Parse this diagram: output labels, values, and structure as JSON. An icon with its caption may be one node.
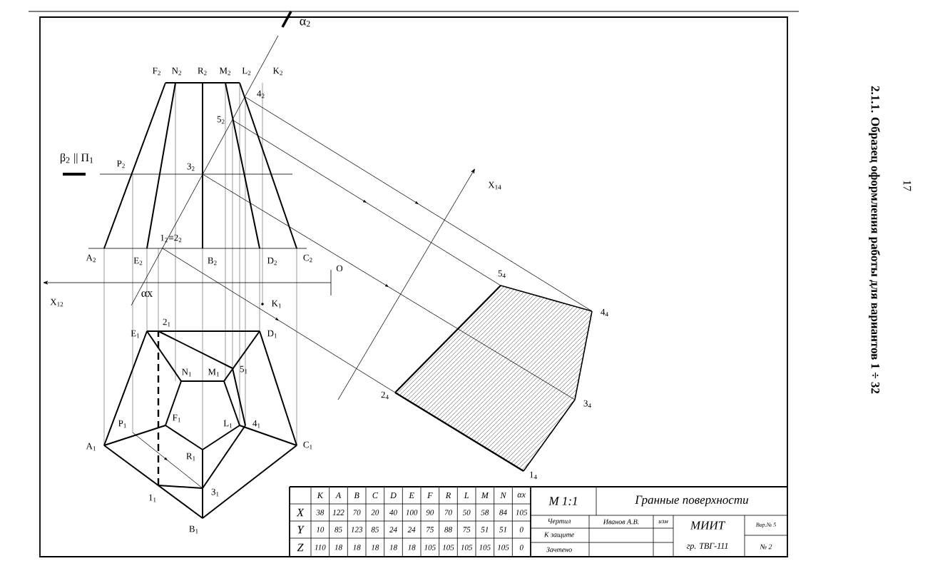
{
  "diagram": {
    "title": "2.1.1. Образец оформления работы для вариантов 1 ÷ 32",
    "labels": [
      "α$_{2}$",
      "F$_{2}$",
      "N$_{2}$",
      "R$_{2}$",
      "M$_{2}$",
      "L$_{2}$",
      "K$_{2}$",
      "4$_{2}$",
      "5$_{2}$",
      "β$_{2}$ || Π$_{1}$",
      "P$_{2}$",
      "3$_{2}$",
      "1$_{2}$≡2$_{2}$",
      "A$_{2}$",
      "E$_{2}$",
      "B$_{2}$",
      "D$_{2}$",
      "C$_{2}$",
      "O",
      "X$_{12}$",
      "αx",
      "K$_{1}$",
      "E$_{1}$",
      "2$_{1}$",
      "D$_{1}$",
      "N$_{1}$",
      "M$_{1}$",
      "5$_{1}$",
      "P$_{1}$",
      "F$_{1}$",
      "L$_{1}$",
      "4$_{1}$",
      "A$_{1}$",
      "C$_{1}$",
      "R$_{1}$",
      "1$_{1}$",
      "3$_{1}$",
      "B$_{1}$",
      "X$_{14}$",
      "5$_{4}$",
      "4$_{4}$",
      "3$_{4}$",
      "2$_{4}$",
      "1$_{4}$",
      "K",
      "A",
      "B",
      "C",
      "D",
      "E",
      "F",
      "R",
      "L",
      "M",
      "N",
      "αx",
      "X",
      "38",
      "122",
      "70",
      "20",
      "40",
      "100",
      "90",
      "70",
      "50",
      "58",
      "84",
      "105",
      "Y",
      "10",
      "85",
      "123",
      "85",
      "24",
      "24",
      "75",
      "88",
      "75",
      "51",
      "51",
      "0",
      "Z",
      "110",
      "18",
      "18",
      "18",
      "18",
      "18",
      "105",
      "105",
      "105",
      "105",
      "105",
      "0",
      "М 1:1",
      "Гранные поверхности",
      "Чертил",
      "Иванов А.В.",
      "изм",
      "МИИТ",
      "Вар.№ 5",
      "К защите",
      "гр. ТВГ-111",
      "Зачтено",
      "№ 2",
      "17"
    ]
  }
}
